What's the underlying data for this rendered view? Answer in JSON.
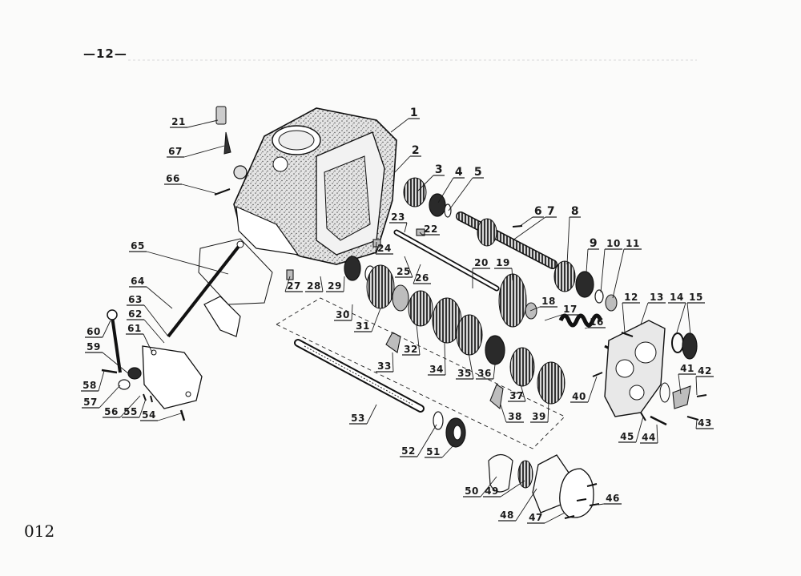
{
  "page": {
    "number": "—12—",
    "code": "012"
  },
  "callouts": [
    "1",
    "2",
    "3",
    "4",
    "5",
    "6",
    "7",
    "8",
    "9",
    "10",
    "11",
    "12",
    "13",
    "14",
    "15",
    "16",
    "17",
    "18",
    "19",
    "20",
    "21",
    "22",
    "23",
    "24",
    "25",
    "26",
    "27",
    "28",
    "29",
    "30",
    "31",
    "32",
    "33",
    "34",
    "35",
    "36",
    "37",
    "38",
    "39",
    "40",
    "41",
    "42",
    "43",
    "44",
    "45",
    "46",
    "47",
    "48",
    "49",
    "50",
    "51",
    "52",
    "53",
    "54",
    "55",
    "56",
    "57",
    "58",
    "59",
    "60",
    "61",
    "62",
    "63",
    "64",
    "65",
    "66",
    "67"
  ]
}
